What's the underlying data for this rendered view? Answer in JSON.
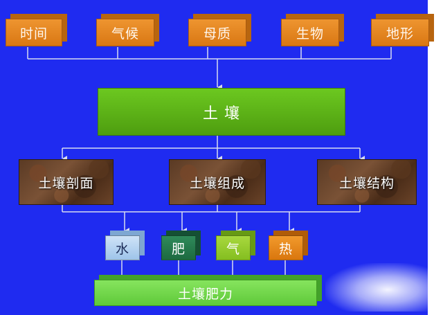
{
  "factors": [
    {
      "id": "time",
      "label": "时间"
    },
    {
      "id": "climate",
      "label": "气候"
    },
    {
      "id": "parent-material",
      "label": "母质"
    },
    {
      "id": "organism",
      "label": "生物"
    },
    {
      "id": "terrain",
      "label": "地形"
    }
  ],
  "soil": {
    "label": "土 壤"
  },
  "properties": [
    {
      "id": "profile",
      "label": "土壤剖面"
    },
    {
      "id": "composition",
      "label": "土壤组成"
    },
    {
      "id": "structure",
      "label": "土壤结构"
    }
  ],
  "elements": [
    {
      "id": "water",
      "label": "水"
    },
    {
      "id": "fertilizer",
      "label": "肥"
    },
    {
      "id": "air",
      "label": "气"
    },
    {
      "id": "heat",
      "label": "热"
    }
  ],
  "fertility": {
    "label": "土壤肥力"
  },
  "colors": {
    "background": "#1f2bf0",
    "factor_box": "#e68a24",
    "soil_box": "#5cb518",
    "fertility_box": "#72d84a",
    "connector": "#d8dcf0"
  }
}
